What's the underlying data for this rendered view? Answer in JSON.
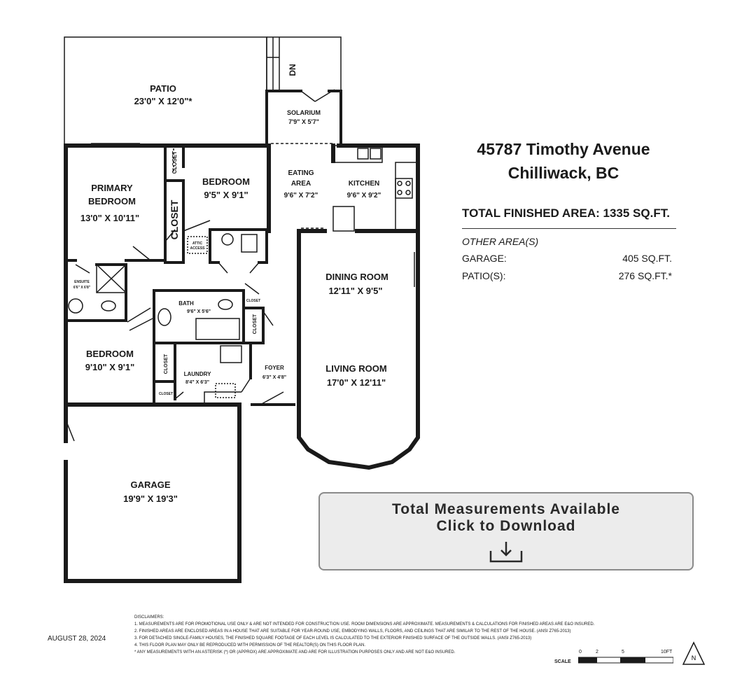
{
  "rooms": {
    "patio": {
      "label": "PATIO",
      "dim": "23'0\" X 12'0\"*"
    },
    "solarium": {
      "label": "SOLARIUM",
      "dim": "7'9\" X 5'7\""
    },
    "dn": "DN",
    "primary_bedroom": {
      "label1": "PRIMARY",
      "label2": "BEDROOM",
      "dim": "13'0\" X 10'11\""
    },
    "bedroom1": {
      "label": "BEDROOM",
      "dim": "9'5\" X 9'1\""
    },
    "eating_area": {
      "label1": "EATING",
      "label2": "AREA",
      "dim": "9'6\" X 7'2\""
    },
    "kitchen": {
      "label": "KITCHEN",
      "dim": "9'6\" X 9'2\""
    },
    "closet": "CLOSET",
    "attic": {
      "line1": "ATTIC",
      "line2": "ACCESS"
    },
    "ensuite": {
      "label": "ENSUITE",
      "dim": "6'6\" X 6'8\""
    },
    "bath": {
      "label": "BATH",
      "dim": "9'6\" X 5'6\""
    },
    "dining_room": {
      "label": "DINING ROOM",
      "dim": "12'11\" X 9'5\""
    },
    "living_room": {
      "label": "LIVING ROOM",
      "dim": "17'0\" X 12'11\""
    },
    "bedroom2": {
      "label": "BEDROOM",
      "dim": "9'10\" X 9'1\""
    },
    "laundry": {
      "label": "LAUNDRY",
      "dim": "8'4\" X 6'3\""
    },
    "foyer": {
      "label": "FOYER",
      "dim": "6'3\" X 4'8\""
    },
    "garage": {
      "label": "GARAGE",
      "dim": "19'9\" X 19'3\""
    }
  },
  "info": {
    "address_line1": "45787 Timothy Avenue",
    "address_line2": "Chilliwack, BC",
    "total_label": "TOTAL FINISHED AREA:",
    "total_value": "1335 SQ.FT.",
    "other_heading": "OTHER AREA(S)",
    "garage_label": "GARAGE:",
    "garage_value": "405 SQ.FT.",
    "patio_label": "PATIO(S):",
    "patio_value": "276 SQ.FT.*"
  },
  "cta": {
    "line1": "Total Measurements Available",
    "line2": "Click to Download"
  },
  "footer": {
    "date": "AUGUST 28, 2024",
    "disclaimers_title": "DISCLAIMERS:",
    "disclaimers": [
      "1. MEASUREMENTS ARE FOR PROMOTIONAL USE ONLY & ARE NOT INTENDED FOR CONSTRUCTION USE. ROOM DIMENSIONS ARE APPROXIMATE. MEASUREMENTS & CALCULATIONS FOR FINISHED AREAS ARE E&O INSURED.",
      "2. FINISHED AREAS ARE ENCLOSED AREAS IN A HOUSE THAT ARE SUITABLE FOR YEAR-ROUND USE, EMBODYING WALLS, FLOORS, AND CEILINGS THAT ARE SIMILAR TO THE REST OF THE HOUSE. (ANSI Z765-2013)",
      "3. FOR DETACHED SINGLE-FAMILY HOUSES, THE FINISHED SQUARE FOOTAGE OF EACH LEVEL IS CALCULATED TO THE EXTERIOR FINISHED SURFACE OF THE OUTSIDE WALLS. (ANSI Z765-2013)",
      "4. THIS FLOOR PLAN MAY ONLY BE REPRODUCED WITH PERMISSION OF THE REALTOR(S) ON THIS FLOOR PLAN.",
      "* ANY MEASUREMENTS WITH AN ASTERISK (*) OR (APPROX) ARE APPROXIMATE AND ARE FOR ILLUSTRATION PURPOSES ONLY AND ARE NOT E&O INSURED."
    ],
    "scale_label": "SCALE",
    "scale_ticks": [
      "0",
      "2",
      "5",
      "10FT"
    ],
    "north": "N"
  }
}
